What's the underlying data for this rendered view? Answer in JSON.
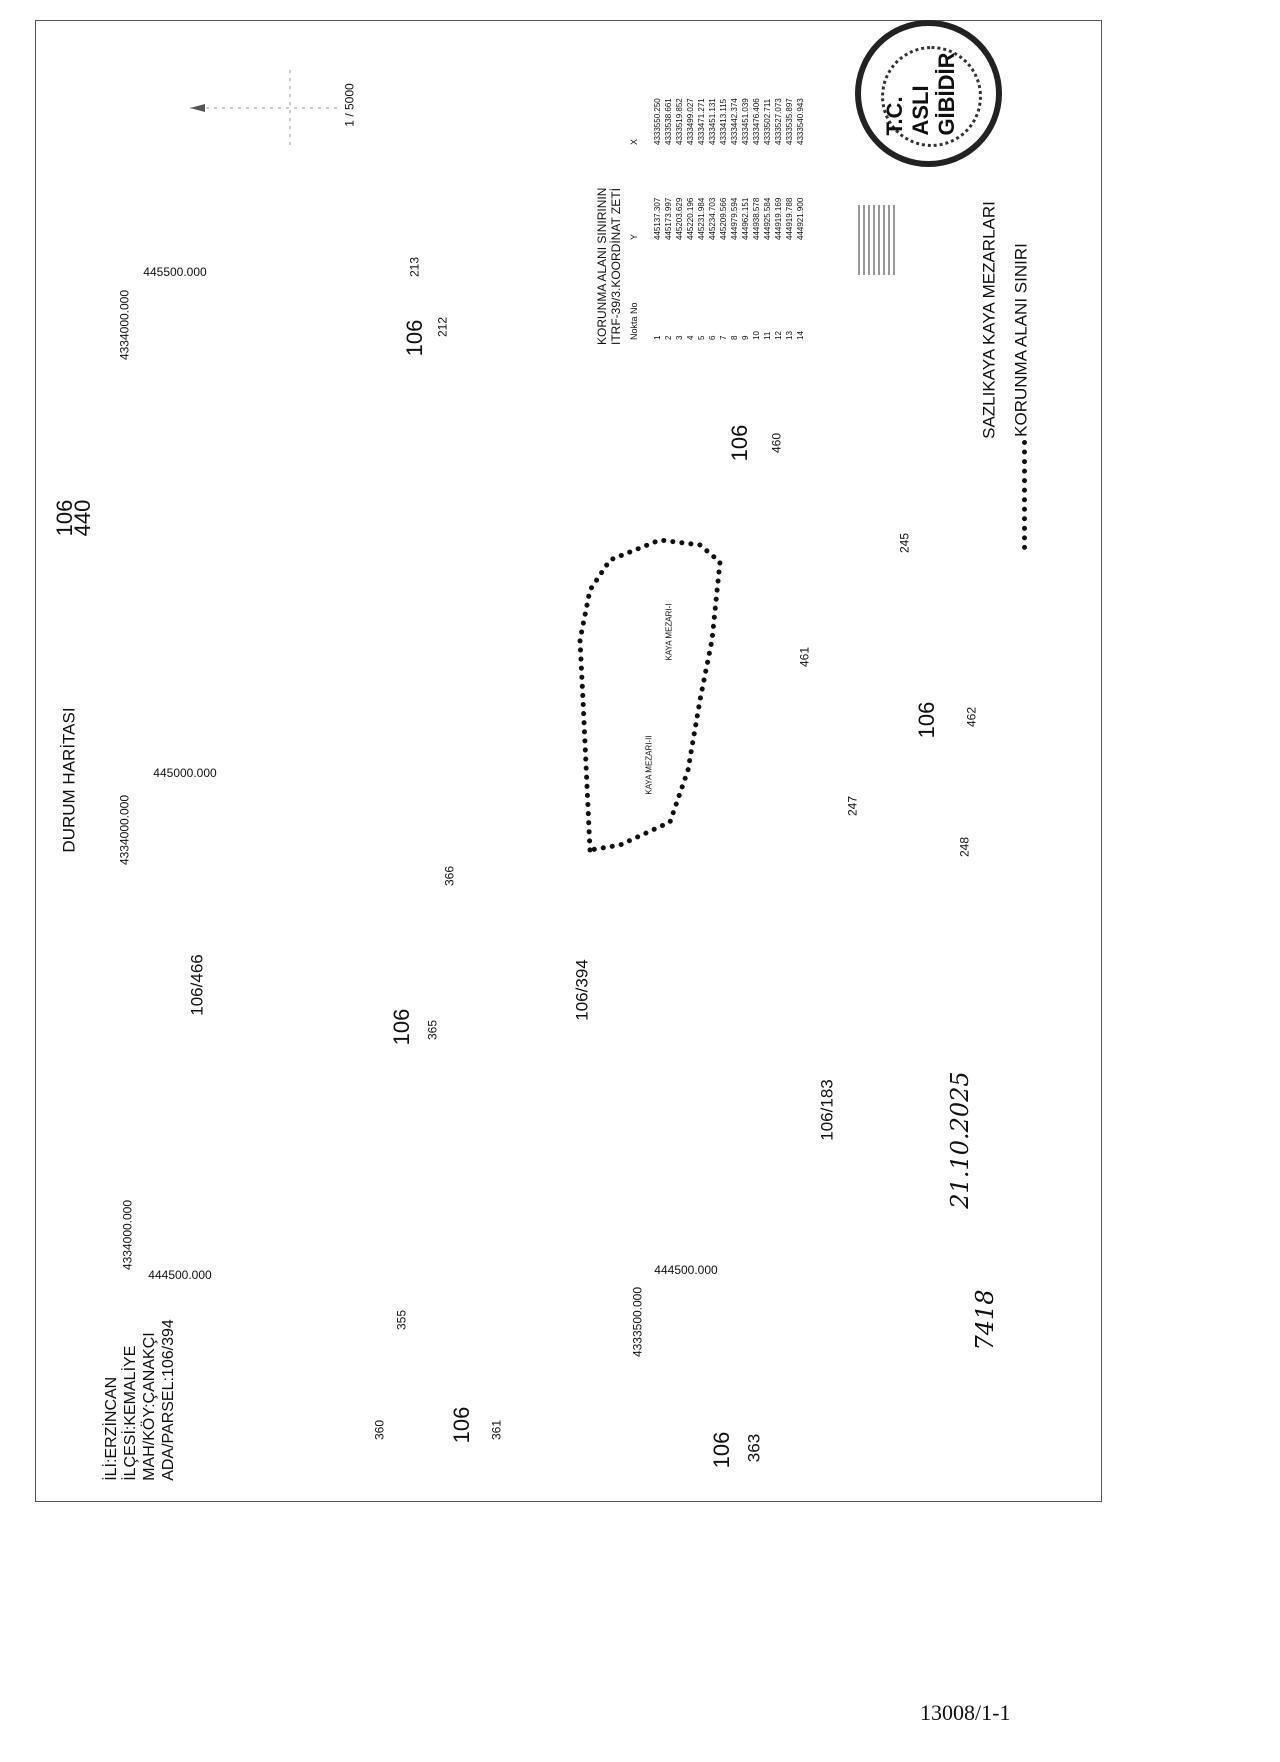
{
  "title": "DURUM HARİTASI",
  "scale": "1 / 5000",
  "info": [
    "İLİ:ERZİNCAN",
    "İLÇESİ:KEMALİYE",
    "MAH/KÖY:ÇANAKÇI",
    "ADA/PARSEL:106/394"
  ],
  "grid_labels": {
    "e1": "445500.000",
    "e2": "445000.000",
    "e3": "444500.000",
    "e4": "444500.000",
    "n1": "4334000.000",
    "n2": "4334000.000",
    "n3": "4334000.000",
    "n4": "4333500.000"
  },
  "parcels": {
    "p106_440_a": "106",
    "p106_440_b": "440",
    "p106a": "106",
    "p212": "212",
    "p213": "213",
    "p106_466": "106/466",
    "p366": "366",
    "p106b": "106",
    "p365": "365",
    "p106_394": "106/394",
    "p106c": "106",
    "p460": "460",
    "p245": "245",
    "p461": "461",
    "p106d": "106",
    "p462": "462",
    "p247": "247",
    "p248": "248",
    "p106_183": "106/183",
    "p355": "355",
    "p360": "360",
    "p106e": "106",
    "p361": "361",
    "p106f": "106",
    "p363": "363"
  },
  "features": {
    "tomb1": "KAYA MEZARI-I",
    "tomb2": "KAYA MEZARI-II"
  },
  "coord_table": {
    "title1": "KORUNMA ALANI SINIRININ",
    "title2": "ITRF-39/3.KOORDİNAT ZETİ",
    "headers": [
      "Nokta No",
      "Y",
      "X"
    ],
    "rows": [
      [
        "1",
        "445137.307",
        "4333550.250"
      ],
      [
        "2",
        "445173.997",
        "4333538.661"
      ],
      [
        "3",
        "445203.629",
        "4333519.852"
      ],
      [
        "4",
        "445220.196",
        "4333499.027"
      ],
      [
        "5",
        "445231.984",
        "4333471.271"
      ],
      [
        "6",
        "445234.703",
        "4333451.131"
      ],
      [
        "7",
        "445209.566",
        "4333413.115"
      ],
      [
        "8",
        "444979.594",
        "4333442.374"
      ],
      [
        "9",
        "444962.151",
        "4333451.039"
      ],
      [
        "10",
        "444938.578",
        "4333476.406"
      ],
      [
        "11",
        "444925.584",
        "4333502.711"
      ],
      [
        "12",
        "444919.169",
        "4333527.073"
      ],
      [
        "13",
        "444919.788",
        "4333535.897"
      ],
      [
        "14",
        "444921.900",
        "4333540.943"
      ]
    ]
  },
  "legend": {
    "site": "SAZLIKAYA KAYA MEZARLARI",
    "boundary": "KORUNMA ALANI SINIRI"
  },
  "stamp": "T.C. ASLI GİBİDİR",
  "handwritten": {
    "date": "21.10.2025",
    "number": "7418"
  },
  "page_number": "13008/1-1"
}
